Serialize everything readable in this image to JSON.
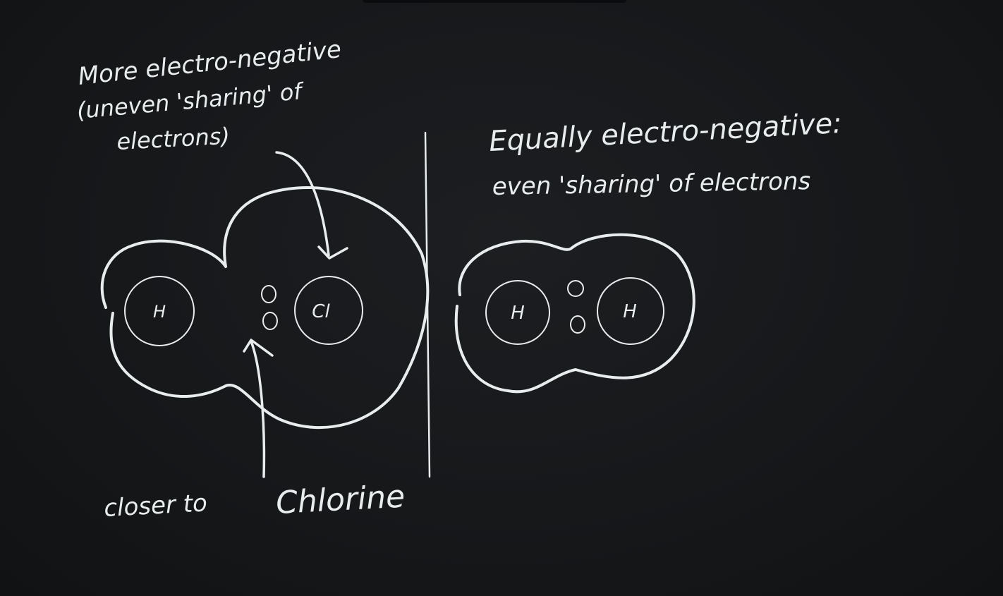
{
  "annotations": {
    "polar_note_line1": "More electro-negative",
    "polar_note_line2": "(uneven 'sharing' of",
    "polar_note_line3": "electrons)",
    "closer_note_part1": "closer to",
    "closer_note_part2": "Chlorine",
    "nonpolar_note_line1": "Equally electro-negative:",
    "nonpolar_note_line2": "even 'sharing' of electrons"
  },
  "molecules": {
    "hcl": {
      "left_atom": "H",
      "right_atom": "Cl"
    },
    "h2": {
      "left_atom": "H",
      "right_atom": "H"
    }
  }
}
